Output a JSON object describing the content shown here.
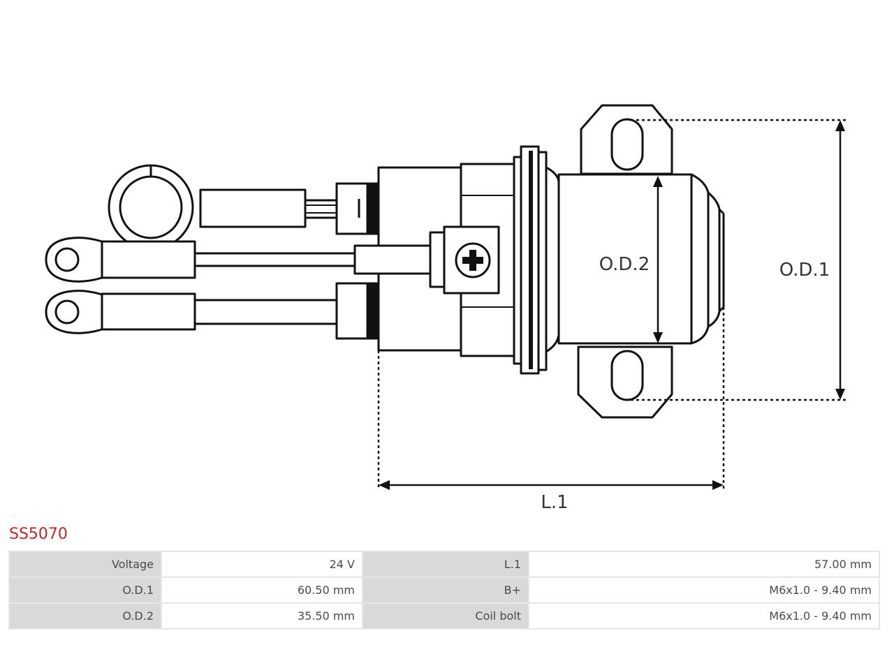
{
  "diagram": {
    "labels": {
      "od1": "O.D.1",
      "od2": "O.D.2",
      "l1": "L.1"
    }
  },
  "part_number": "SS5070",
  "specs": {
    "rows": [
      {
        "k1": "Voltage",
        "v1": "24 V",
        "k2": "L.1",
        "v2": "57.00 mm"
      },
      {
        "k1": "O.D.1",
        "v1": "60.50 mm",
        "k2": "B+",
        "v2": "M6x1.0 - 9.40 mm"
      },
      {
        "k1": "O.D.2",
        "v1": "35.50 mm",
        "k2": "Coil bolt",
        "v2": "M6x1.0 - 9.40 mm"
      }
    ]
  },
  "colors": {
    "line": "#111111",
    "part_number": "#c0282d",
    "key_cell": "#d9d9d9"
  }
}
